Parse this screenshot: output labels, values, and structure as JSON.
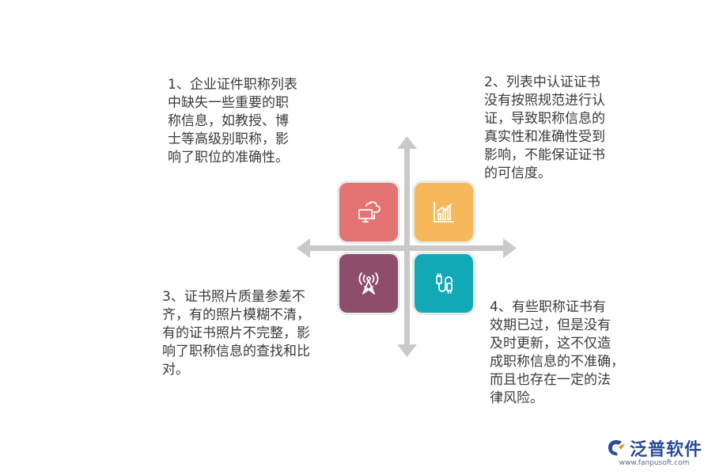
{
  "notes": {
    "n1": "1、企业证件职称列表\n中缺失一些重要的职\n称信息，如教授、博\n士等高级别职称，影\n响了职位的准确性。",
    "n2": "2、列表中认证证书\n没有按照规范进行认\n证，导致职称信息的\n真实性和准确性受到\n影响，不能保证证书\n的可信度。",
    "n3": "3、证书照片质量参差不\n齐，有的照片模糊不清，\n有的证书照片不完整，影\n响了职称信息的查找和比\n对。",
    "n4": "4、有些职称证书有\n效期已过，但是没有\n及时更新，这不仅造\n成职称信息的不准确，\n而且也存在一定的法\n律风险。"
  },
  "tiles": {
    "t1": {
      "icon": "cloud-monitor-icon",
      "color": "#e47373"
    },
    "t2": {
      "icon": "bar-chart-icon",
      "color": "#f6b85a"
    },
    "t3": {
      "icon": "signal-tower-icon",
      "color": "#8e4d6b"
    },
    "t4": {
      "icon": "usb-cable-icon",
      "color": "#12a9b7"
    }
  },
  "logo": {
    "name": "泛普软件",
    "url": "www.fanpusoft.com"
  }
}
